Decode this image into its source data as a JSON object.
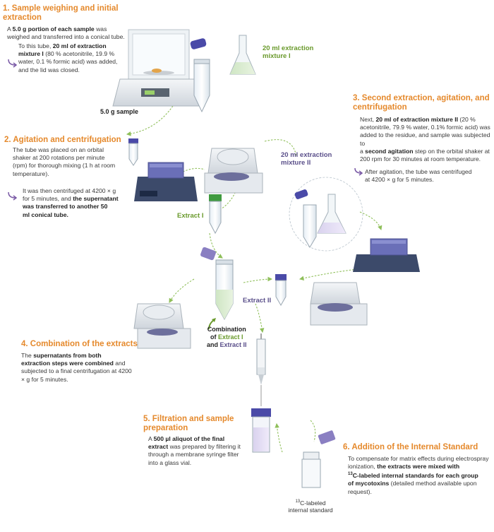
{
  "step1": {
    "title_l1": "1. Sample weighing and initial",
    "title_l2": "extraction",
    "p1a": "A ",
    "p1b": "5.0 g portion of each sample",
    "p1c": " was",
    "p2": "weighed and transferred into a conical tube.",
    "b1a": "To this tube, ",
    "b1b": "20 ml of extraction",
    "b2a": "mixture I",
    "b2b": " (80 % acetonitrile, 19.9 %",
    "b3": "water, 0.1 % formic acid) was added,",
    "b4": "and the lid was closed."
  },
  "step2": {
    "title": "2. Agitation and centrifugation",
    "p1": "The tube was placed on an orbital",
    "p2": "shaker at 200 rotations per minute",
    "p3": "(rpm) for thorough mixing (1 h at room",
    "p4": "temperature).",
    "b1": "It was then centrifuged at 4200 × g",
    "b2a": "for 5 minutes, and ",
    "b2b": "the supernatant",
    "b3": "was transferred to another 50",
    "b4": "ml conical tube."
  },
  "step3": {
    "title_l1": "3. Second extraction, agitation, and",
    "title_l2": "centrifugation",
    "p1a": "Next, ",
    "p1b": "20 ml of extraction mixture II",
    "p1c": " (20 %",
    "p2": "acetonitrile, 79.9 % water, 0.1% formic acid) was",
    "p3": "added to the residue, and sample was subjected to",
    "p4a": "a ",
    "p4b": "second agitation",
    "p4c": " step on the orbital shaker at",
    "p5": "200 rpm for 30 minutes at room temperature.",
    "b1": "After agitation, the tube was centrifuged",
    "b2": "at 4200 × g for 5 minutes."
  },
  "step4": {
    "title": "4. Combination of the extracts",
    "p1a": "The ",
    "p1b": "supernatants from both",
    "p2": "extraction steps were combined",
    "p2c": " and",
    "p3": "subjected to a final centrifugation at 4200",
    "p4": "× g for 5 minutes."
  },
  "step5": {
    "title_l1": "5. Filtration and sample",
    "title_l2": "preparation",
    "p1a": "A ",
    "p1b": "500 µl aliquot of the final",
    "p2a": "extract",
    "p2b": " was prepared by filtering it",
    "p3": "through a membrane syringe filter",
    "p4": "into a glass vial."
  },
  "step6": {
    "title": "6. Addition of the Internal Standard",
    "p1": "To compensate for matrix effects during electrospray",
    "p2a": "ionization, ",
    "p2b": "the extracts were mixed with",
    "p3_sup": "13",
    "p3": "C-labeled internal standards for each group",
    "p4a": "of mycotoxins",
    "p4b": " (detailed method available upon",
    "p5": "request)."
  },
  "labels": {
    "sample": "5.0 g sample",
    "mix1_l1": "20 ml extraction",
    "mix1_l2": "mixture I",
    "mix2_l1": "20 ml extraction",
    "mix2_l2": "mixture II",
    "extract1": "Extract I",
    "extract2": "Extract II",
    "comb_l1": "Combination",
    "comb_l2a": "of ",
    "comb_l2b": "Extract I",
    "comb_l3a": "and ",
    "comb_l3b": "Extract II",
    "std_sup": "13",
    "std_l1": "C-labeled",
    "std_l2": "internal standard"
  },
  "colors": {
    "title_orange": "#e5892c",
    "label_green": "#6a9a2c",
    "label_purple": "#5a4f8a",
    "arrow_purple": "#7a5aa6",
    "flow_green": "#8fbf5a"
  }
}
